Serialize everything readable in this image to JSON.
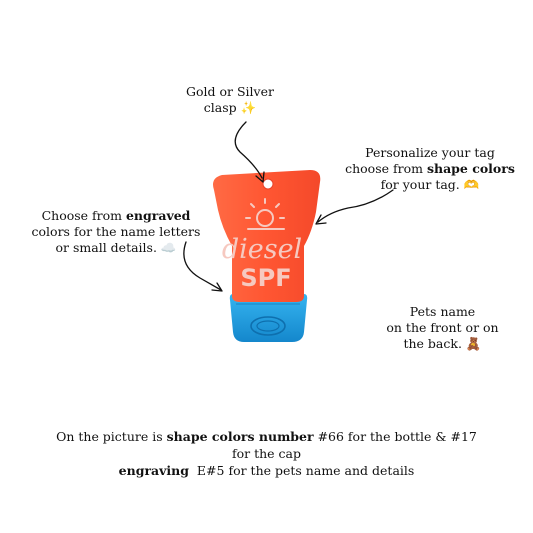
{
  "annotations": {
    "clasp": {
      "line1": "Gold or Silver",
      "line2": "clasp",
      "emoji": "✨"
    },
    "shape": {
      "line1": "Personalize your tag",
      "line2_pre": "choose from ",
      "line2_bold": "shape colors",
      "line3": "for your tag.",
      "emoji": "🫶"
    },
    "engraved": {
      "line1_pre": "Choose from ",
      "line1_bold": "engraved",
      "line2": "colors for the name letters",
      "line3": "or small details.",
      "emoji": "☁️"
    },
    "pets": {
      "line1": "Pets name",
      "line2": "on the front or on",
      "line3": "the back.",
      "emoji": "🧸"
    }
  },
  "caption": {
    "line1_pre": "On the picture is ",
    "line1_bold": "shape colors number",
    "line1_post": " #66 for the bottle & #17",
    "line2": "for the cap",
    "line3_bold": "engraving",
    "line3_post": "  E#5 for the pets name and details"
  },
  "tag": {
    "name_text": "diesel",
    "spf_text": "SPF",
    "bottle_color": "#ff5a36",
    "cap_color": "#1e9fe0",
    "engrave_color": "#f6c9c0"
  }
}
